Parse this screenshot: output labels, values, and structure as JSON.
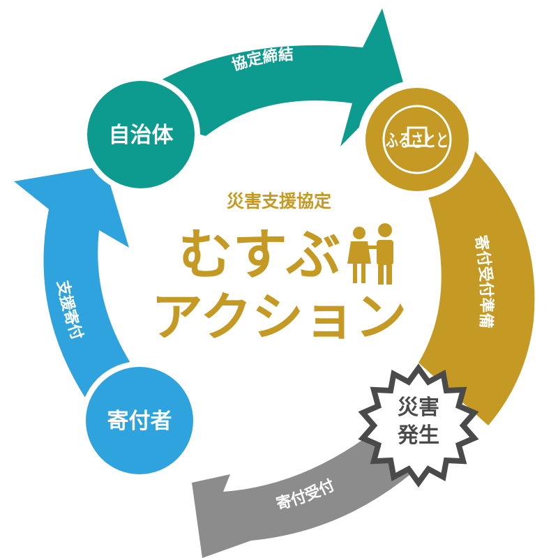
{
  "center": {
    "subtitle": "災害支援協定",
    "title_line1": "むすぶ",
    "title_line2": "アクション"
  },
  "arrows": {
    "teal": "協定締結",
    "gold": "寄付受付準備",
    "gray": "寄付受付",
    "blue": "支援寄付"
  },
  "nodes": {
    "jichitai": "自治体",
    "donor": "寄付者",
    "disaster_line1": "災害",
    "disaster_line2": "発生"
  },
  "logo": {
    "text": "ふるさとと"
  },
  "colors": {
    "teal": "#0e9b8f",
    "gold": "#c59a24",
    "gray": "#8c8c8c",
    "blue": "#2ea3de",
    "dark": "#4a4a4a"
  }
}
